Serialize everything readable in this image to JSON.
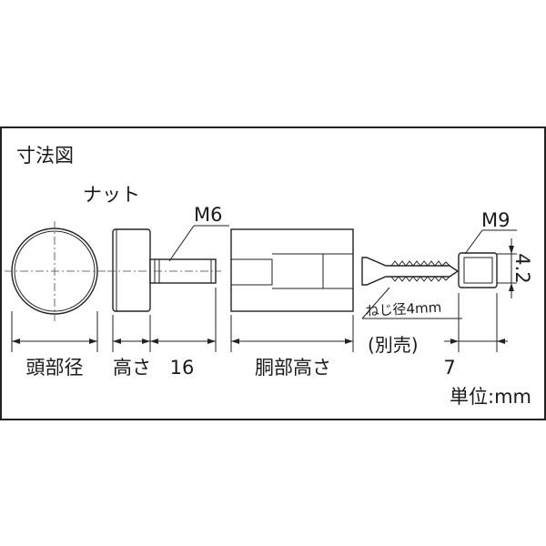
{
  "title": "寸法図",
  "labels": {
    "nut": "ナット",
    "m6": "M6",
    "m9": "M9",
    "head_dia": "頭部径",
    "height": "高さ",
    "dim_16": "16",
    "body_height": "胴部高さ",
    "screw_dia": "ねじ径4mm",
    "sold_separately": "(別売)",
    "dim_7": "7",
    "dim_4_2": "4.2",
    "unit": "単位:mm"
  }
}
